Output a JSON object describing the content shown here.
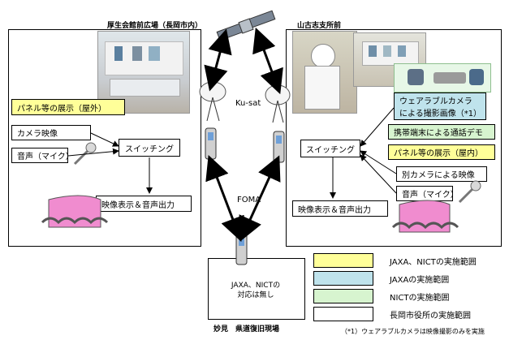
{
  "left_site": {
    "title": "厚生会館前広場（長岡市内）",
    "panel_display": "パネル等の展示（屋外）",
    "camera": "カメラ映像",
    "audio": "音声（マイク）",
    "switching": "スイッチング",
    "output": "映像表示＆音声出力"
  },
  "right_site": {
    "title": "山古志支所前",
    "wearable_line1": "ウェアラブルカメラ",
    "wearable_line2": "による撮影画像（*1）",
    "phone_demo": "携帯端末による通話デモ",
    "panel_display": "パネル等の展示（屋内）",
    "switching": "スイッチング",
    "other_camera": "別カメラによる映像",
    "audio": "音声（マイク）",
    "output": "映像表示＆音声出力"
  },
  "network": {
    "satellite_label": "Ku-sat",
    "mobile_label": "FOMA"
  },
  "bottom_site": {
    "note_line1": "JAXA、NICTの",
    "note_line2": "対応は無し",
    "title": "妙見　県道復旧現場"
  },
  "legend": [
    {
      "label": "JAXA、NICTの実施範囲",
      "color": "#ffff99"
    },
    {
      "label": "JAXAの実施範囲",
      "color": "#bfe3ec"
    },
    {
      "label": "NICTの実施範囲",
      "color": "#d7f4cf"
    },
    {
      "label": "長岡市役所の実施範囲",
      "color": "#ffffff"
    }
  ],
  "footnote": "（*1）ウェアラブルカメラは映像撮影のみを実施"
}
